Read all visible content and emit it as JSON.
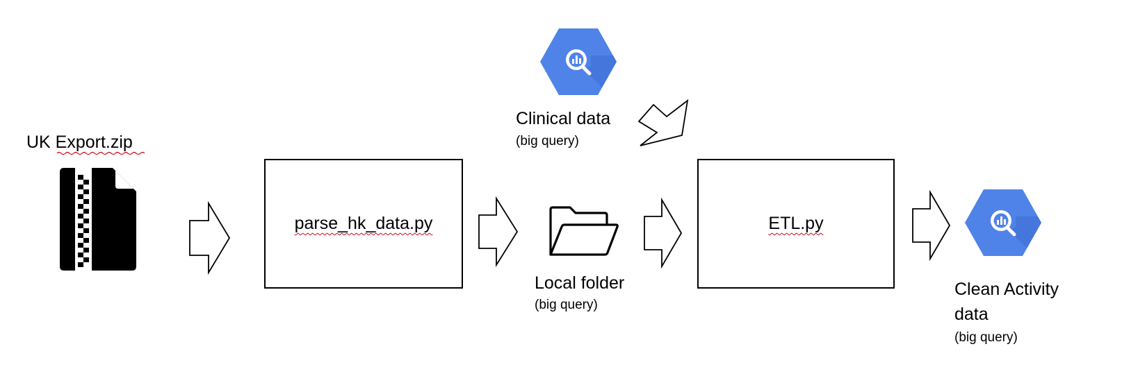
{
  "zip_file": {
    "label": "UK Export.zip",
    "icon": "zip-file-icon"
  },
  "clinical_source": {
    "label": "Clinical data",
    "sublabel": "(big query)",
    "icon": "bigquery-icon",
    "icon_color": "#5083e8"
  },
  "parse_script": {
    "label": "parse_hk_data.py"
  },
  "local_folder": {
    "label": "Local folder",
    "sublabel": "(big query)",
    "icon": "folder-icon"
  },
  "etl_script": {
    "label": "ETL.py"
  },
  "clean_output": {
    "label_line1": "Clean Activity",
    "label_line2": "data",
    "sublabel": "(big query)",
    "icon": "bigquery-icon",
    "icon_color": "#5083e8"
  },
  "arrows": [
    "block-arrow-right-icon",
    "block-arrow-right-icon",
    "block-arrow-right-icon",
    "block-arrow-right-icon",
    "block-arrow-diagonal-icon"
  ],
  "spellcheck_color": "#d0021b"
}
